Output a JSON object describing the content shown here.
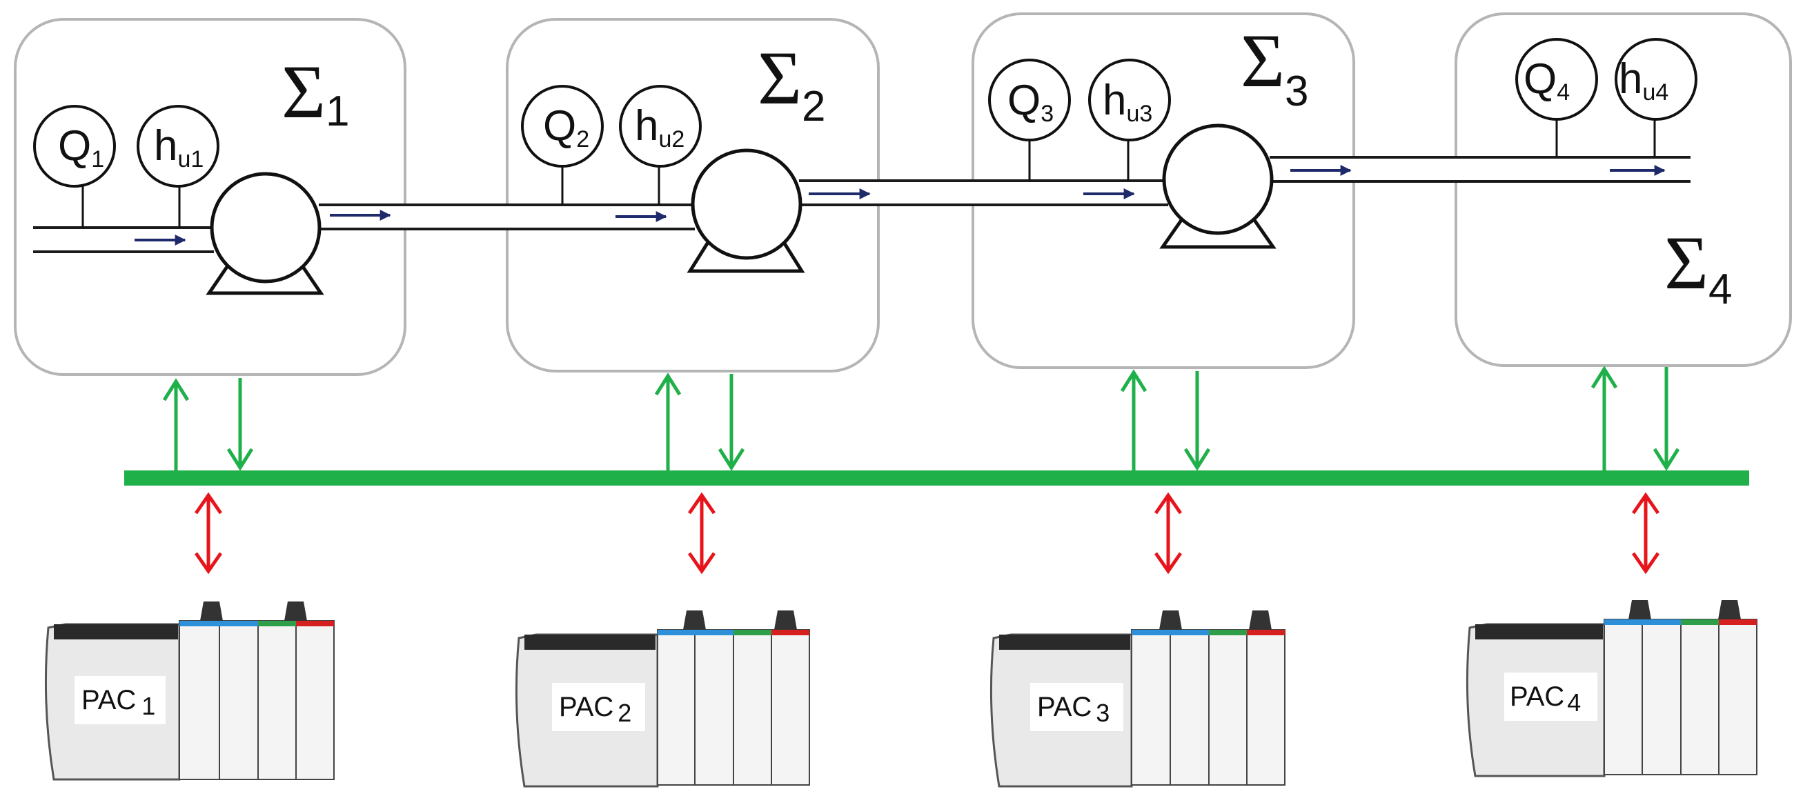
{
  "subsystems": [
    {
      "symbol": "Σ",
      "index": "1",
      "flow": "Q",
      "flow_sub": "1",
      "head": "h",
      "head_sub": "u1"
    },
    {
      "symbol": "Σ",
      "index": "2",
      "flow": "Q",
      "flow_sub": "2",
      "head": "h",
      "head_sub": "u2"
    },
    {
      "symbol": "Σ",
      "index": "3",
      "flow": "Q",
      "flow_sub": "3",
      "head": "h",
      "head_sub": "u3"
    },
    {
      "symbol": "Σ",
      "index": "4",
      "flow": "Q",
      "flow_sub": "4",
      "head": "h",
      "head_sub": "u4"
    }
  ],
  "controllers": [
    {
      "label": "PAC",
      "index": "1"
    },
    {
      "label": "PAC",
      "index": "2"
    },
    {
      "label": "PAC",
      "index": "3"
    },
    {
      "label": "PAC",
      "index": "4"
    }
  ],
  "colors": {
    "bus": "#1fb04a",
    "controller_link": "#e8141b",
    "flow_arrow": "#1f2a6b",
    "box_border": "#b5b5b5"
  }
}
